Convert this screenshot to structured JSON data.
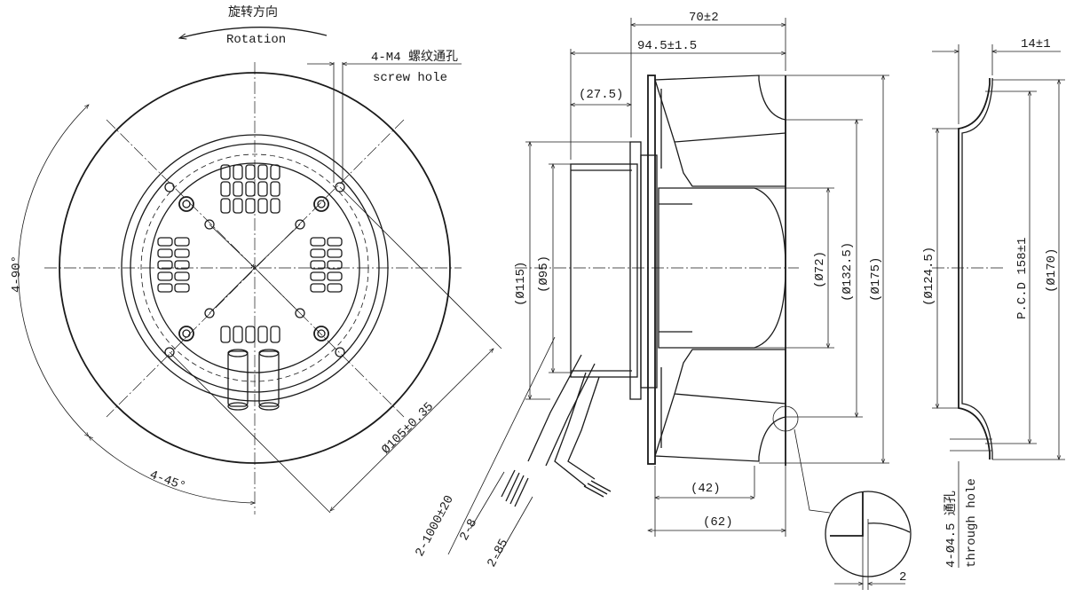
{
  "front_view": {
    "rotation_cn": "旋转方向",
    "rotation_en": "Rotation",
    "screw_hole_cn": "4-M4 螺纹通孔",
    "screw_hole_en": "screw hole",
    "angle_90": "4-90°",
    "angle_45": "4-45°",
    "bolt_circle": "Ø105±0.35"
  },
  "side_view": {
    "width_total": "70±2",
    "length_total": "94.5±1.5",
    "offset": "(27.5)",
    "d115": "(Ø115)",
    "d95": "(Ø95)",
    "d72": "(Ø72)",
    "d132": "(Ø132.5)",
    "d175": "(Ø175)",
    "len42": "(42)",
    "len62": "(62)",
    "cable_len": "2-1000±20",
    "strip_8": "2-8",
    "strip_85": "2-85",
    "detail_gap": "2"
  },
  "ring_view": {
    "width": "14±1",
    "d124": "(Ø124.5)",
    "pcd": "P.C.D 158±1",
    "d170": "(Ø170)",
    "hole_cn": "4-Ø4.5 通孔",
    "hole_en": "through hole"
  }
}
